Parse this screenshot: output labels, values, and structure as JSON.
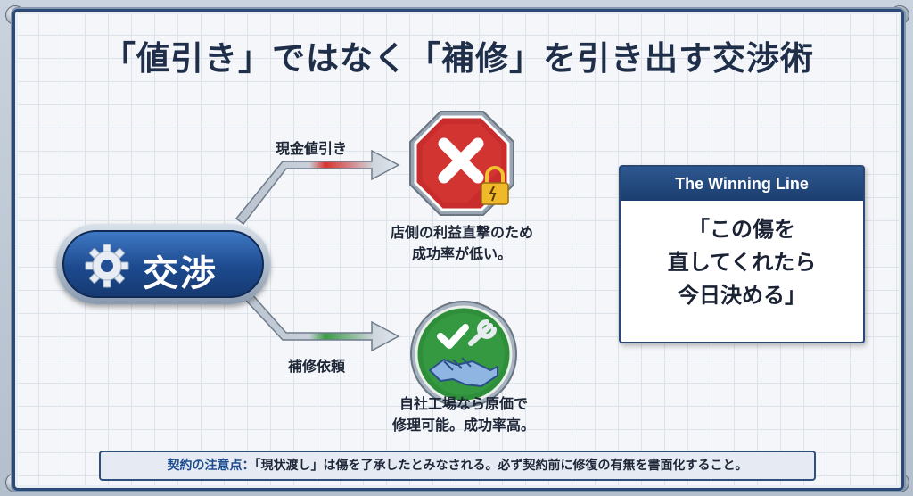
{
  "title": "「値引き」ではなく「補修」を引き出す交渉術",
  "start_node": {
    "label": "交渉",
    "icon": "gear-icon"
  },
  "branches": [
    {
      "label": "現金値引き",
      "icon": "stop-sign-x-lock-icon",
      "description": [
        "店側の利益直撃のため",
        "成功率が低い。"
      ],
      "color": "#c0272d"
    },
    {
      "label": "補修依頼",
      "icon": "handshake-wrench-check-icon",
      "description": [
        "自社工場なら原価で",
        "修理可能。成功率高。"
      ],
      "color": "#2e8b3c"
    }
  ],
  "winning_line": {
    "header": "The Winning Line",
    "quote": [
      "「この傷を",
      "直してくれたら",
      "今日決める」"
    ]
  },
  "note": {
    "label": "契約の注意点：",
    "text": "「現状渡し」は傷を了承したとみなされる。必ず契約前に修復の有無を書面化すること。"
  }
}
